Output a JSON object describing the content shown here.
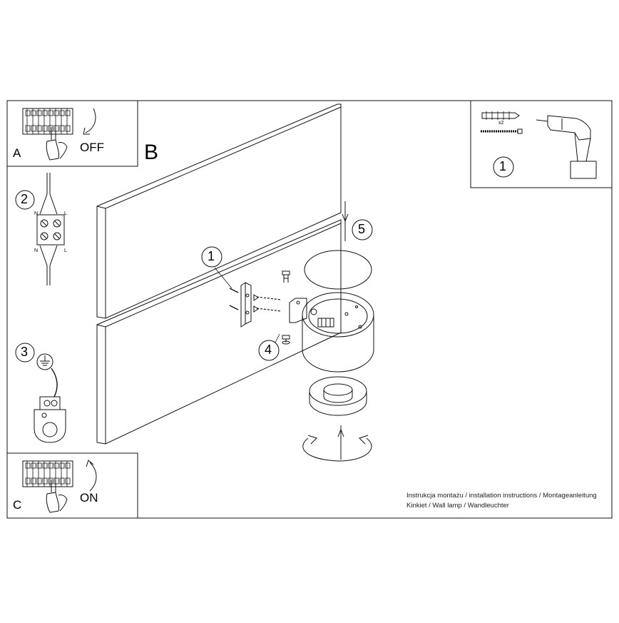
{
  "panel_a": {
    "letter": "A",
    "switch_text": "OFF"
  },
  "panel_b": {
    "letter": "B"
  },
  "panel_c": {
    "letter": "C",
    "switch_text": "ON"
  },
  "steps": {
    "s1": "1",
    "s2": "2",
    "s3": "3",
    "s4": "4",
    "s5": "5"
  },
  "terminal_labels": {
    "n": "N",
    "l": "L"
  },
  "tools": {
    "anchor_qty": "x2"
  },
  "caption": {
    "line1": "Instrukcja montażu / installation instructions / Montageanleitung",
    "line2": "Kinkiet / Wall lamp / Wandleuchter"
  }
}
